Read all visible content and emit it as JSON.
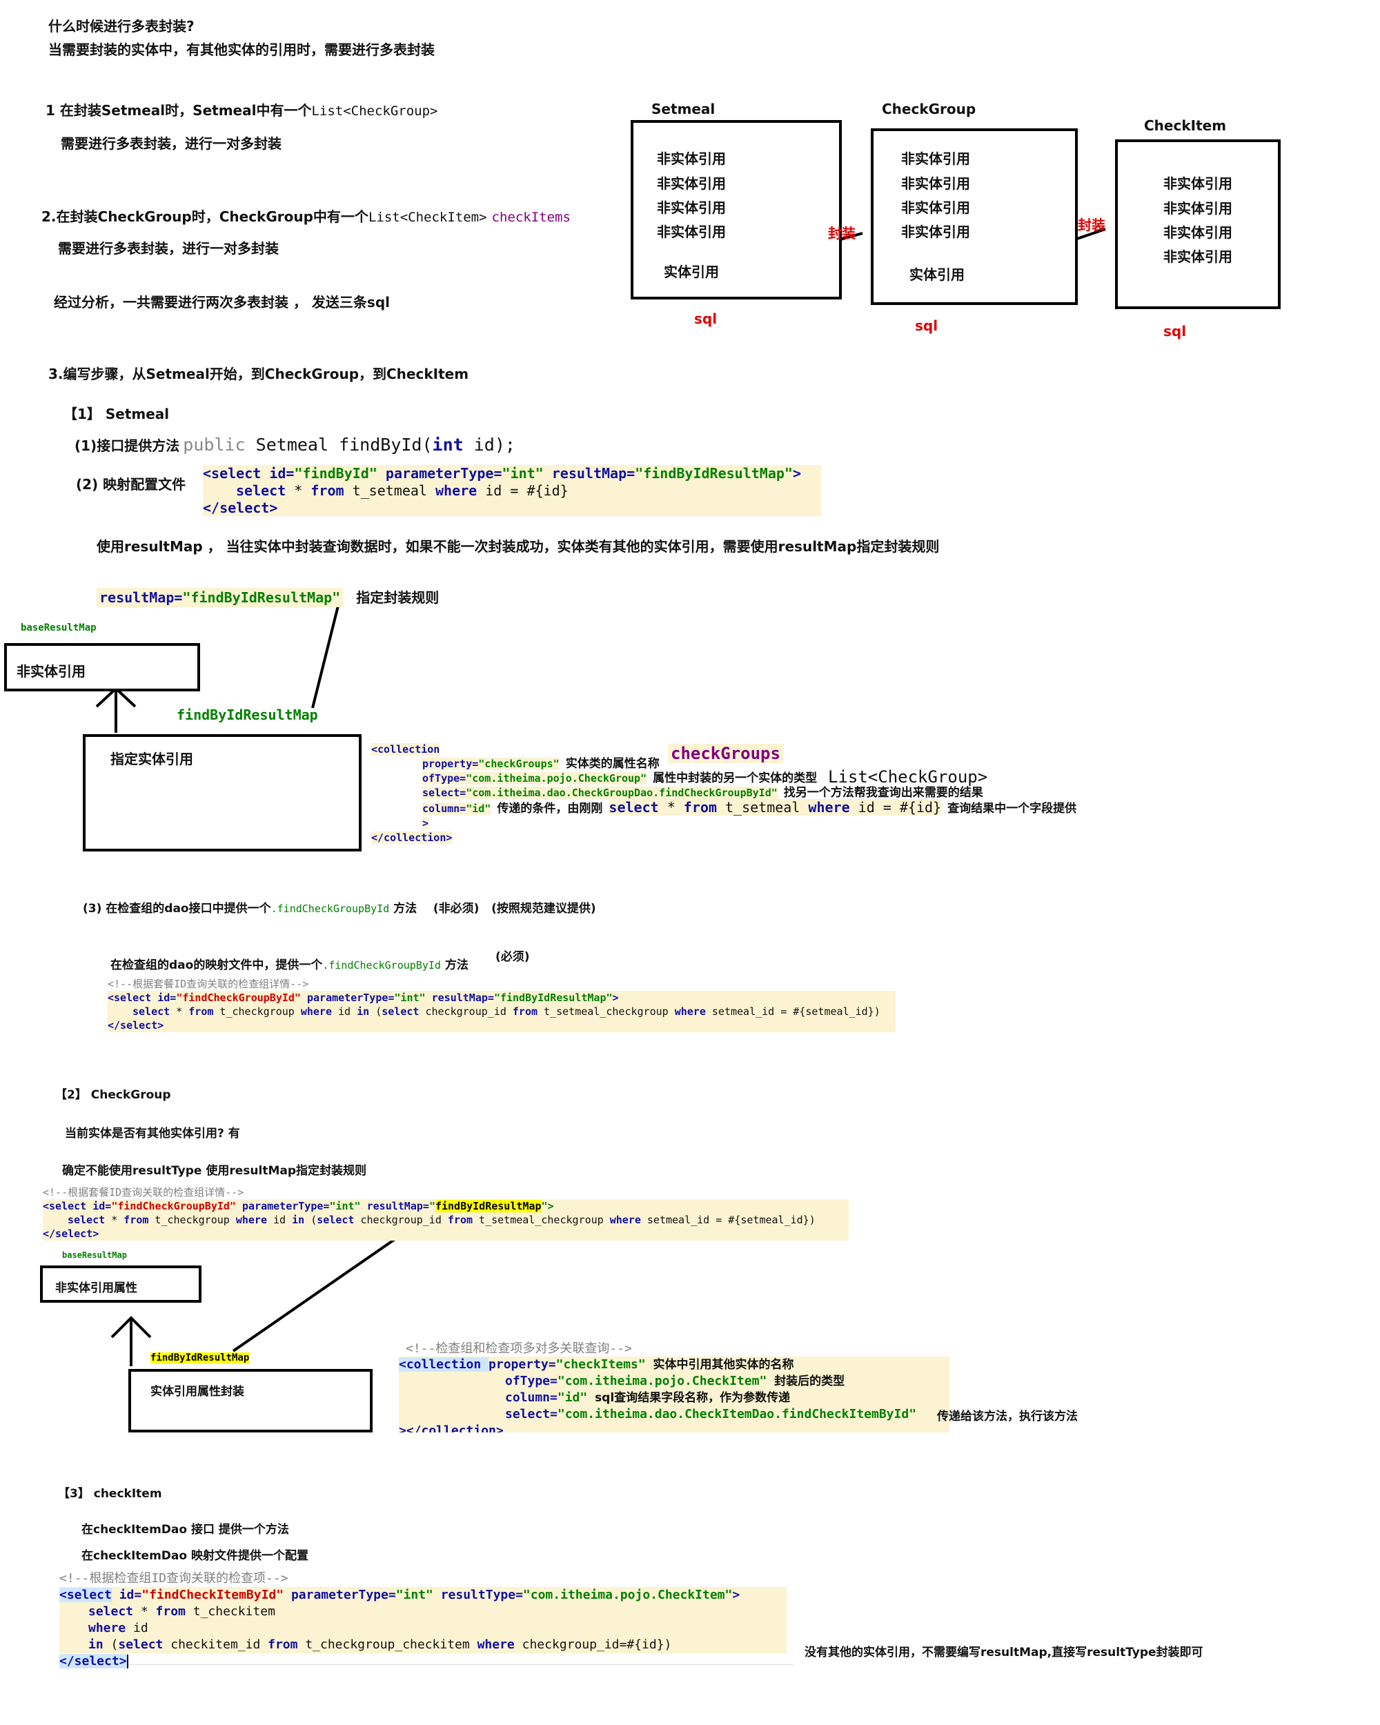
{
  "intro": {
    "q": "什么时候进行多表封装?",
    "a": "当需要封装的实体中，有其他实体的引用时，需要进行多表封装"
  },
  "analysis": {
    "s1_prefix": "1  在封装Setmeal时，Setmeal中有一个",
    "s1_code": "List<CheckGroup>",
    "s1_detail": "需要进行多表封装，进行一对多封装",
    "s2_prefix": "2.在封装CheckGroup时，CheckGroup中有一个",
    "s2_code": "List<CheckItem>",
    "s2_field": "checkItems",
    "s2_detail": "需要进行多表封装，进行一对多封装",
    "summary": "经过分析，一共需要进行两次多表封装 ， 发送三条sql"
  },
  "diagram": {
    "boxes": [
      {
        "title": "Setmeal",
        "rows": [
          "非实体引用",
          "非实体引用",
          "非实体引用",
          "非实体引用"
        ],
        "ref": "实体引用",
        "sql": "sql"
      },
      {
        "title": "CheckGroup",
        "rows": [
          "非实体引用",
          "非实体引用",
          "非实体引用",
          "非实体引用"
        ],
        "ref": "实体引用",
        "sql": "sql"
      },
      {
        "title": "CheckItem",
        "rows": [
          "非实体引用",
          "非实体引用",
          "非实体引用",
          "非实体引用"
        ],
        "sql": "sql"
      }
    ],
    "connector1": "封装",
    "connector2": "封装"
  },
  "step3": {
    "title": "3.编写步骤，从Setmeal开始，到CheckGroup，到CheckItem",
    "s1": {
      "header": "【1】  Setmeal",
      "p1_label": "(1)接口提供方法",
      "p1_kw": "public",
      "p1_code": " Setmeal findById(",
      "p1_int": "int",
      "p1_tail": " id);",
      "p2_label": "(2) 映射配置文件",
      "c1_a": "<select ",
      "c1_b": "id=",
      "c1_c": "\"findById\"",
      "c1_d": " parameterType=",
      "c1_e": "\"int\"",
      "c1_f": " resultMap=",
      "c1_g": "\"findByIdResultMap\"",
      "c1_h": ">",
      "c2_a": "select",
      "c2_b": " * ",
      "c2_c": "from",
      "c2_d": " t_setmeal ",
      "c2_e": "where",
      "c2_f": " id = #{id}",
      "c3": "</select>",
      "explain": "使用resultMap ， 当往实体中封装查询数据时，如果不能一次封装成功，实体类有其他的实体引用，需要使用resultMap指定封装规则",
      "rm_attr": "resultMap=",
      "rm_val": "\"findByIdResultMap\"",
      "rm_note": "指定封装规则",
      "base_label": "baseResultMap",
      "base_box": "非实体引用",
      "find_label": "findByIdResultMap",
      "find_box": "指定实体引用",
      "coll_open": "<collection",
      "coll_prop_attr": "property=",
      "coll_prop_val": "\"checkGroups\"",
      "coll_prop_note": "实体类的属性名称",
      "coll_prop_big": "checkGroups",
      "coll_of_attr": "ofType=",
      "coll_of_val": "\"com.itheima.pojo.CheckGroup\"",
      "coll_of_note": "属性中封装的另一个实体的类型",
      "coll_of_big": "List<CheckGroup>",
      "coll_sel_attr": "select=",
      "coll_sel_val": "\"com.itheima.dao.CheckGroupDao.findCheckGroupById\"",
      "coll_sel_note": "找另一个方法帮我查询出来需要的结果",
      "coll_col_attr": "column=",
      "coll_col_val": "\"id\"",
      "coll_col_note": "传递的条件，由刚刚",
      "coll_col_sql_a": "select",
      "coll_col_sql_b": " * ",
      "coll_col_sql_c": "from",
      "coll_col_sql_d": " t_setmeal ",
      "coll_col_sql_e": "where",
      "coll_col_sql_f": " id = #{id}",
      "coll_col_note2": "查询结果中一个字段提供",
      "coll_gt": ">",
      "coll_close": "</collection>",
      "p3_label": "(3)  在检查组的dao接口中提供一个",
      "p3_code": ".findCheckGroupById",
      "p3_m": "方法",
      "p3_opt": "(非必须)",
      "p3_note": "(按照规范建议提供)",
      "p4_label": "在检查组的dao的映射文件中，提供一个",
      "p4_code": ".findCheckGroupById",
      "p4_m": "方法",
      "p4_req": "(必须)",
      "cg_comment": "<!--根据套餐ID查询关联的检查组详情-->",
      "cg1_a": "<select ",
      "cg1_b": "id=",
      "cg1_c": "\"findCheckGroupById\"",
      "cg1_d": " parameterType=",
      "cg1_e": "\"int\"",
      "cg1_f": " resultMap=",
      "cg1_g": "\"findByIdResultMap\"",
      "cg1_h": ">",
      "cg2_a": "select",
      "cg2_b": " * ",
      "cg2_c": "from",
      "cg2_d": " t_checkgroup ",
      "cg2_e": "where",
      "cg2_f": " id ",
      "cg2_g": "in",
      "cg2_h": " (",
      "cg2_i": "select",
      "cg2_j": " checkgroup_id ",
      "cg2_k": "from",
      "cg2_l": " t_setmeal_checkgroup ",
      "cg2_m": "where",
      "cg2_n": " setmeal_id = #{setmeal_id})",
      "cg3": "</select>"
    },
    "s2": {
      "header": "【2】     CheckGroup",
      "q": "当前实体是否有其他实体引用?   有",
      "a": "确定不能使用resultType   使用resultMap指定封装规则",
      "comment": "<!--根据套餐ID查询关联的检查组详情-->",
      "l1_a": "<select ",
      "l1_b": "id=",
      "l1_c": "\"findCheckGroupById\"",
      "l1_d": " parameterType=",
      "l1_e": "\"int\"",
      "l1_f": " resultMap=",
      "l1_g": "\"",
      "l1_hl": "findByIdResultMap",
      "l1_h": "\">",
      "l2_a": "select",
      "l2_b": " * ",
      "l2_c": "from",
      "l2_d": " t_checkgroup ",
      "l2_e": "where",
      "l2_f": " id ",
      "l2_g": "in",
      "l2_h": " (",
      "l2_i": "select",
      "l2_j": " checkgroup_id ",
      "l2_k": "from",
      "l2_l": " t_setmeal_checkgroup ",
      "l2_m": "where",
      "l2_n": " setmeal_id = #{setmeal_id})",
      "l3": "</select>",
      "base_label": "baseResultMap",
      "base_box": "非实体引用属性",
      "find_label": "findByIdResultMap",
      "find_box": "实体引用属性封装",
      "coll_comment": "<!--检查组和检查项多对多关联查询-->",
      "coll_open": "<collection ",
      "prop_attr": "property=",
      "prop_val": "\"checkItems\"",
      "prop_note": "实体中引用其他实体的名称",
      "of_attr": "ofType=",
      "of_val": "\"com.itheima.pojo.CheckItem\"",
      "of_note": "封装后的类型",
      "col_attr": "column=",
      "col_val": "\"id\"",
      "col_note": "sql查询结果字段名称，作为参数传递",
      "sel_attr": "select=",
      "sel_val": "\"com.itheima.dao.CheckItemDao.findCheckItemById\"",
      "sel_note": "传递给该方法，执行该方法",
      "close": "></collection>"
    },
    "s3": {
      "header": "【3】 checkItem",
      "p1": "在checkItemDao  接口 提供一个方法",
      "p2": "在checkItemDao  映射文件提供一个配置",
      "comment": "<!--根据检查组ID查询关联的检查项-->",
      "l1_a": "<select",
      "l1_b": " id=",
      "l1_c": "\"findCheckItemById\"",
      "l1_d": " parameterType=",
      "l1_e": "\"int\"",
      "l1_f": " resultType=",
      "l1_g": "\"com.itheima.pojo.CheckItem\"",
      "l1_h": ">",
      "l2_a": "select",
      "l2_b": " * ",
      "l2_c": "from",
      "l2_d": " t_checkitem",
      "l3_a": "where",
      "l3_b": " id",
      "l4_a": "in",
      "l4_b": " (",
      "l4_c": "select",
      "l4_d": " checkitem_id ",
      "l4_e": "from",
      "l4_f": " t_checkgroup_checkitem ",
      "l4_g": "where",
      "l4_h": " checkgroup_id=#{id})",
      "l5": "</select>",
      "note": "没有其他的实体引用，不需要编写resultMap,直接写resultType封装即可"
    }
  }
}
